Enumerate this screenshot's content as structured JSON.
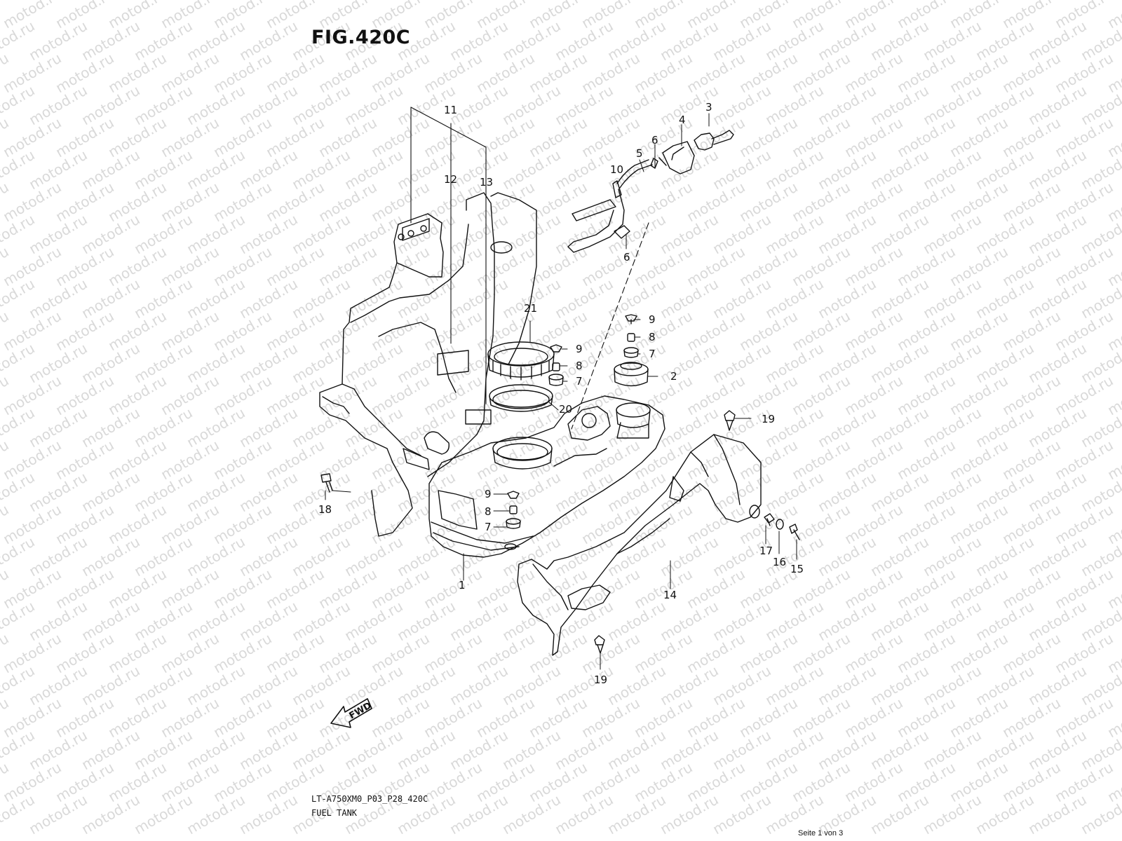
{
  "header": {
    "figure_title": "FIG.420C"
  },
  "watermark": {
    "text": "motod.ru"
  },
  "callouts": [
    {
      "n": "1"
    },
    {
      "n": "2"
    },
    {
      "n": "3"
    },
    {
      "n": "4"
    },
    {
      "n": "5"
    },
    {
      "n": "6"
    },
    {
      "n": "6"
    },
    {
      "n": "7"
    },
    {
      "n": "7"
    },
    {
      "n": "7"
    },
    {
      "n": "8"
    },
    {
      "n": "8"
    },
    {
      "n": "8"
    },
    {
      "n": "9"
    },
    {
      "n": "9"
    },
    {
      "n": "9"
    },
    {
      "n": "10"
    },
    {
      "n": "11"
    },
    {
      "n": "12"
    },
    {
      "n": "13"
    },
    {
      "n": "14"
    },
    {
      "n": "15"
    },
    {
      "n": "16"
    },
    {
      "n": "17"
    },
    {
      "n": "18"
    },
    {
      "n": "19"
    },
    {
      "n": "19"
    },
    {
      "n": "20"
    },
    {
      "n": "21"
    }
  ],
  "direction_marker": {
    "label": "FWD"
  },
  "footer": {
    "model_code": "LT-A750XM0_P03_P28_420C",
    "caption": "FUEL TANK",
    "page": "Seite 1 von 3"
  }
}
